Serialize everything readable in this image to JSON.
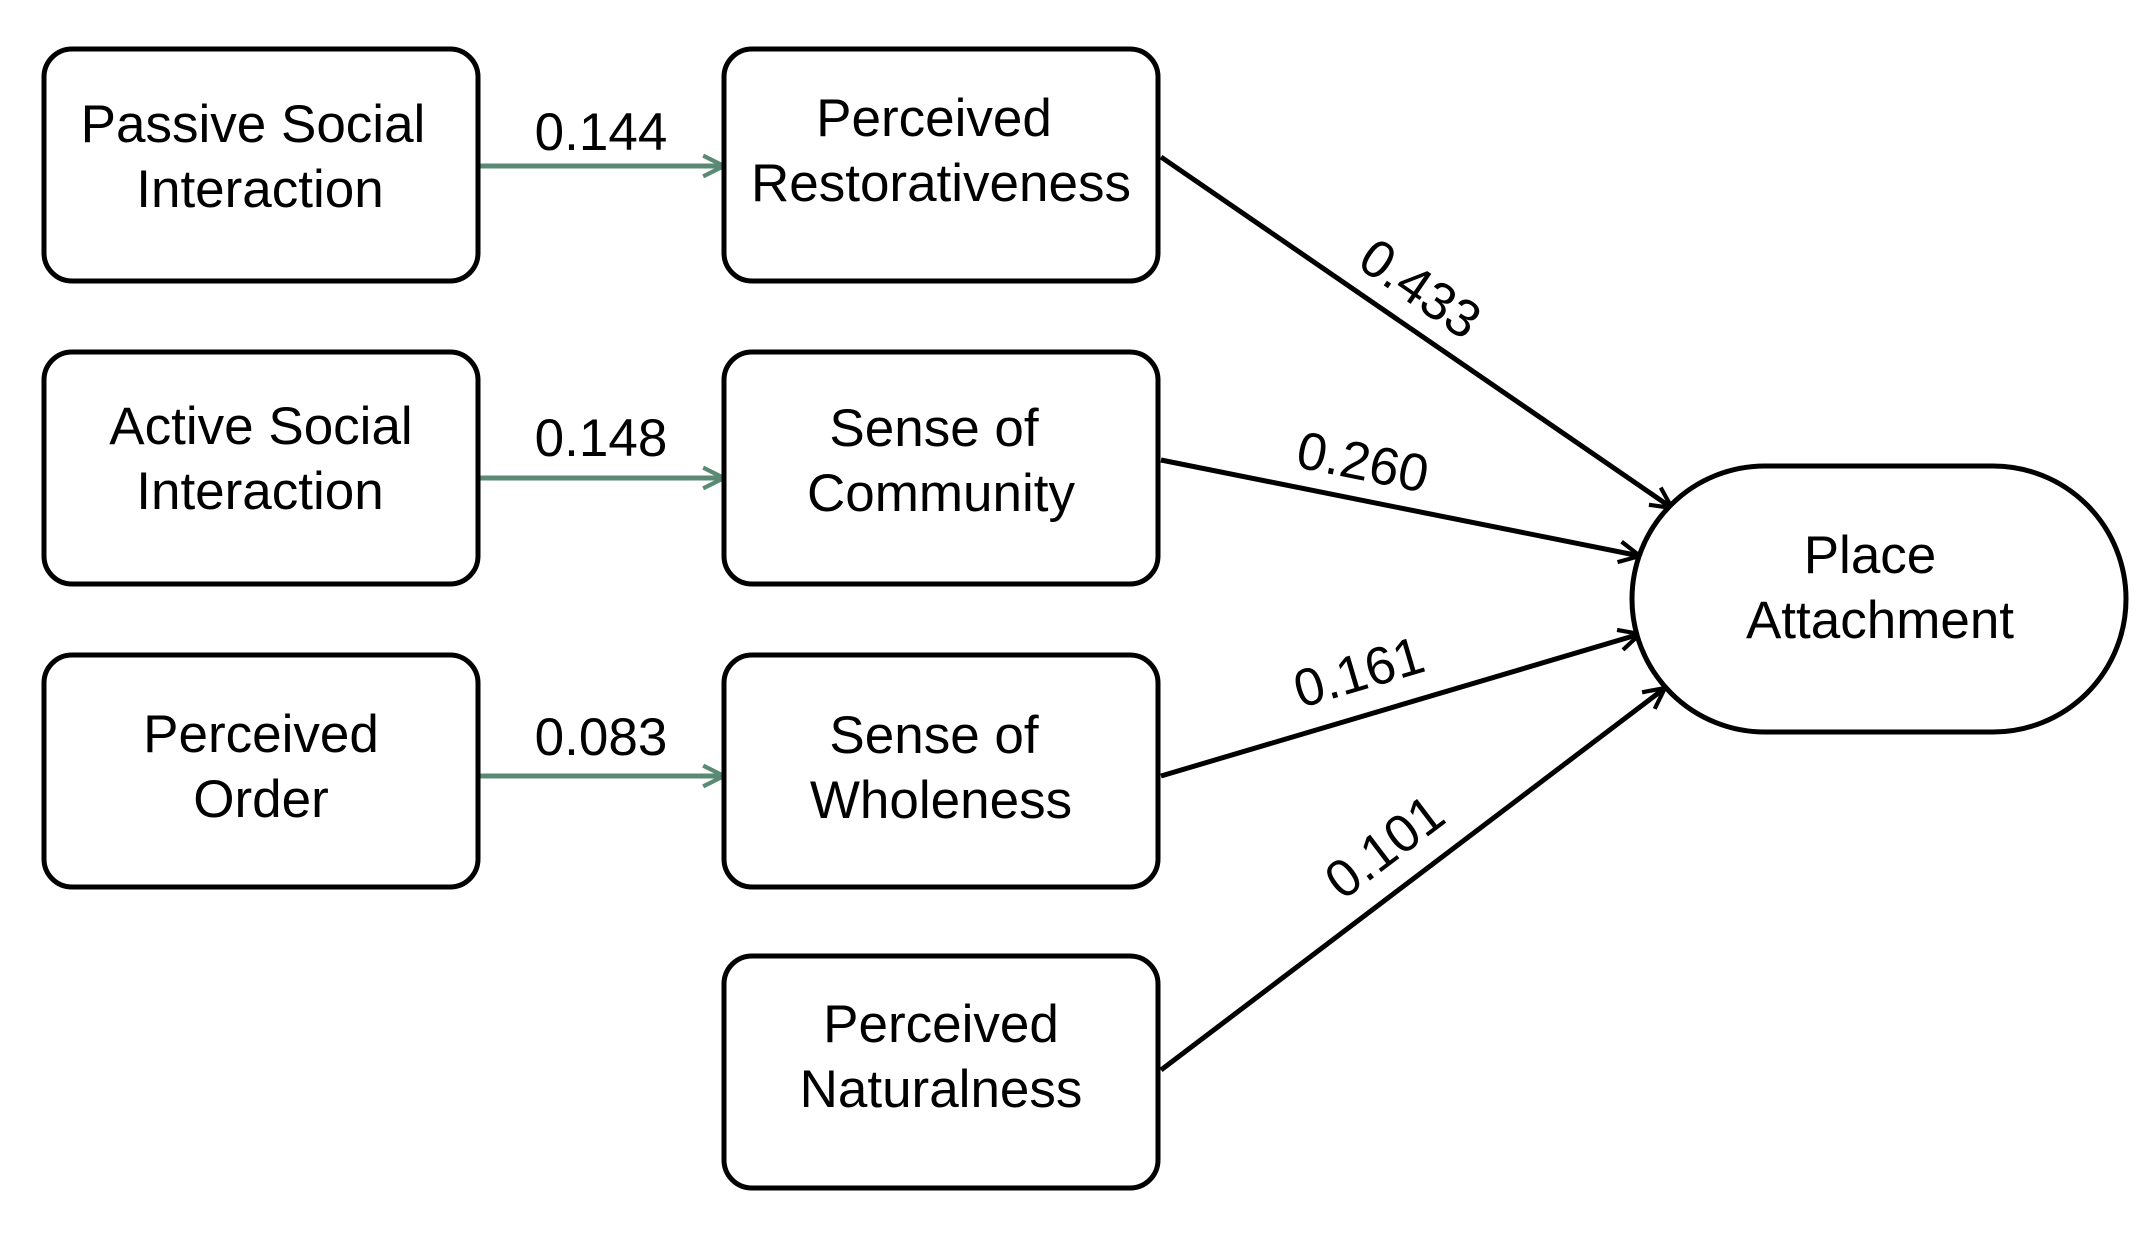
{
  "colors": {
    "green_edge": "#5a8a74",
    "black_edge": "#000000",
    "node_border": "#000000",
    "background": "#ffffff"
  },
  "nodes": {
    "passive_social": {
      "line1": "Passive Social",
      "line2": "Interaction"
    },
    "active_social": {
      "line1": "Active Social",
      "line2": "Interaction"
    },
    "perceived_order": {
      "line1": "Perceived",
      "line2": "Order"
    },
    "restorativeness": {
      "line1": "Perceived",
      "line2": "Restorativeness"
    },
    "community": {
      "line1": "Sense of",
      "line2": "Community"
    },
    "wholeness": {
      "line1": "Sense of",
      "line2": "Wholeness"
    },
    "naturalness": {
      "line1": "Perceived",
      "line2": "Naturalness"
    },
    "place_attachment": {
      "line1": "Place",
      "line2": "Attachment"
    }
  },
  "edges": {
    "passive_to_restorativeness": "0.144",
    "active_to_community": "0.148",
    "order_to_wholeness": "0.083",
    "restorativeness_to_place": "0.433",
    "community_to_place": "0.260",
    "wholeness_to_place": "0.161",
    "naturalness_to_place": "0.101"
  }
}
